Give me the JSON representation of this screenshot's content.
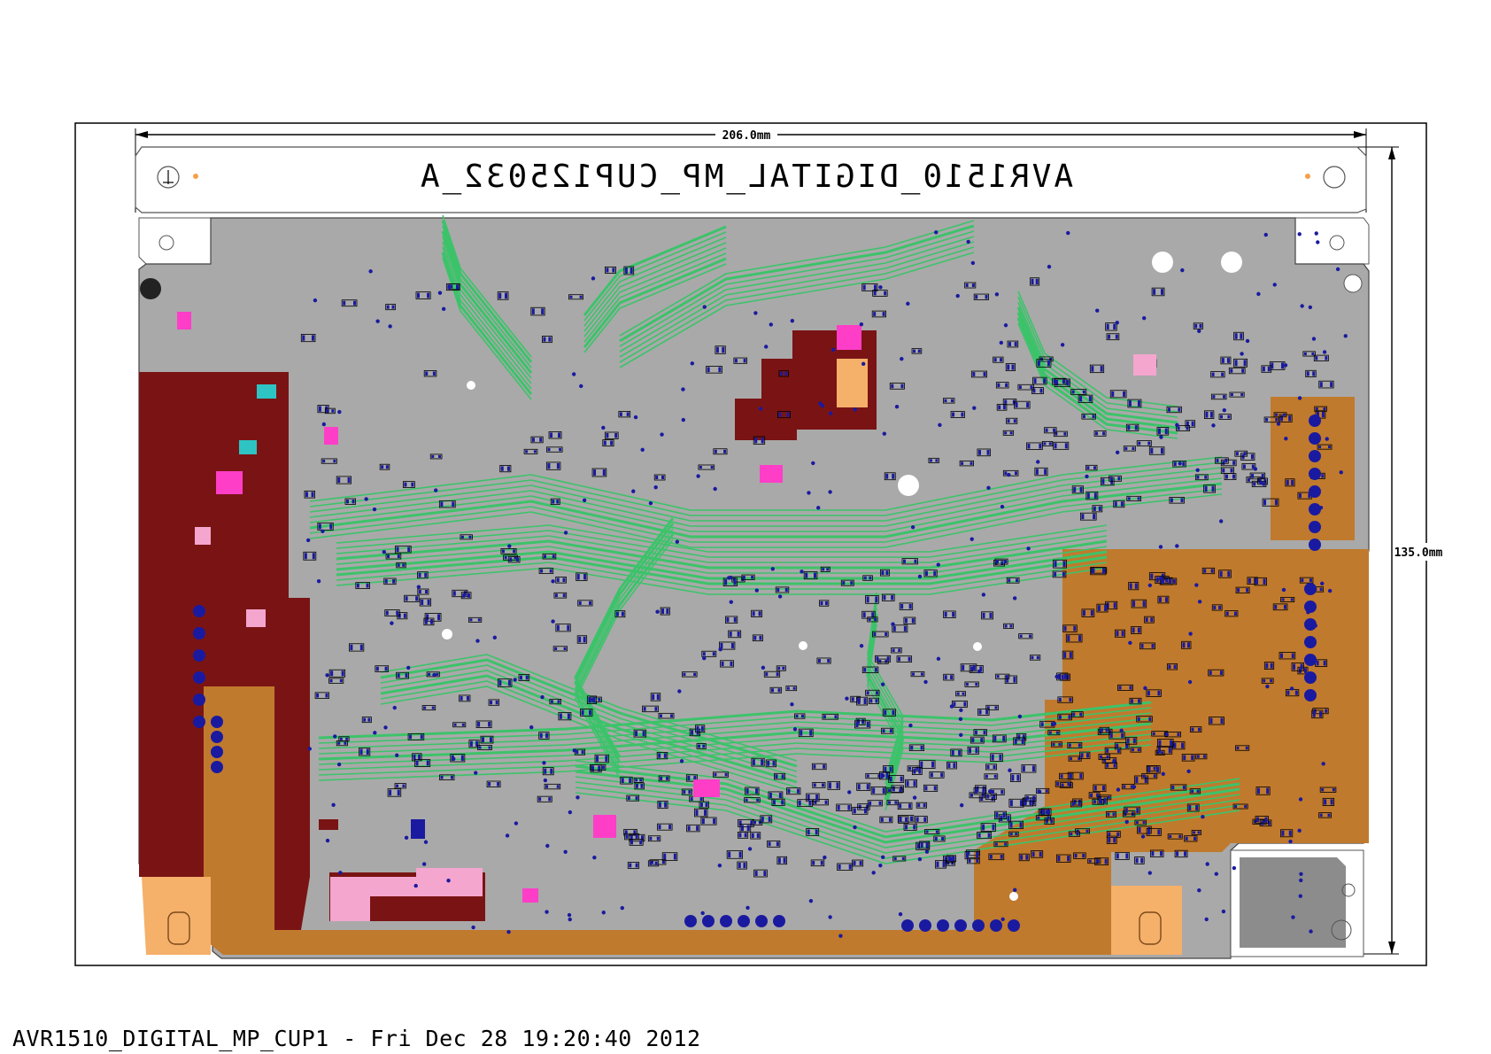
{
  "diagram": {
    "board_title": "AVR1510_DIGITAL_MP_CUP125032_A",
    "width_label": "206.0mm",
    "height_label": "135.0mm",
    "colors": {
      "board": "#a9a9a9",
      "copper": "#c07a2d",
      "copper_red": "#7a1414",
      "trace": "#3cc36a",
      "pad": "#1a1aa0",
      "pink": "#ff3ec8",
      "light_pink": "#f4a6cf",
      "cyan": "#2ec4c4",
      "peach": "#f5b06a"
    }
  },
  "footer": {
    "name": "AVR1510_DIGITAL_MP_CUP1",
    "separator": " - ",
    "datetime": "Fri Dec 28 19:20:40 2012"
  }
}
